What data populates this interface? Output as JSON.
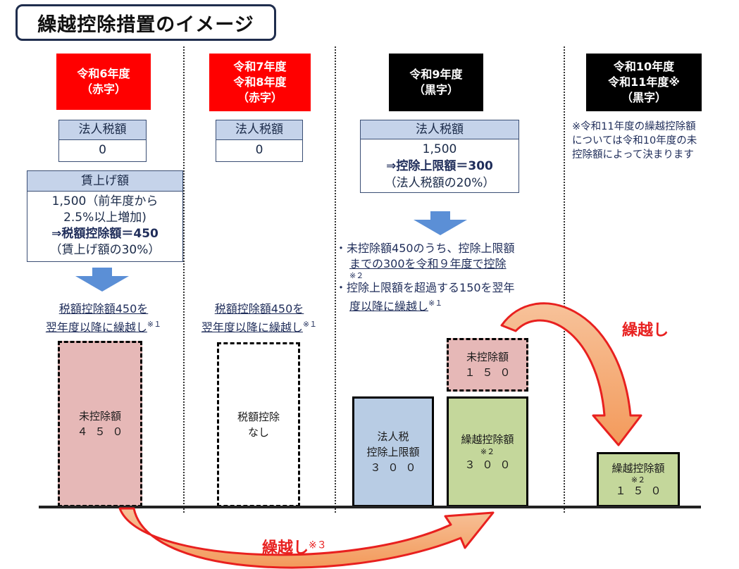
{
  "title": "繰越控除措置のイメージ",
  "columns": [
    {
      "year_label_lines": [
        "令和6年度",
        "（赤字）"
      ],
      "tax_table": {
        "header": "法人税額",
        "value": "0"
      },
      "wage_table": {
        "header": "賃上げ額",
        "lines": [
          "1,500（前年度から",
          "2.5%以上増加)",
          "⇒税額控除額＝450",
          "（賃上げ額の30%）"
        ]
      },
      "note_lines": [
        "税額控除額450を",
        "翌年度以降に繰越し"
      ],
      "note_mark": "※１",
      "bar": {
        "lines": [
          "未控除額",
          "４５０"
        ]
      }
    },
    {
      "year_label_lines": [
        "令和7年度",
        "令和8年度",
        "（赤字）"
      ],
      "tax_table": {
        "header": "法人税額",
        "value": "0"
      },
      "note_lines": [
        "税額控除額450を",
        "翌年度以降に繰越し"
      ],
      "note_mark": "※１",
      "bar": {
        "lines": [
          "税額控除",
          "なし"
        ]
      }
    },
    {
      "year_label_lines": [
        "令和9年度",
        "（黒字）"
      ],
      "tax_table": {
        "header": "法人税額",
        "value": "1,500",
        "line2": "⇒控除上限額＝300",
        "line3": "（法人税額の20%）"
      },
      "bullets": [
        {
          "text_a": "未控除額450のうち、控除上限額",
          "text_b": "までの300を令和９年度で控除",
          "mark": "※２"
        },
        {
          "text_a": "控除上限額を超過する150を翌年",
          "text_b": "度以降に繰越し",
          "mark": "※１"
        }
      ],
      "bar_blue": {
        "lines": [
          "法人税",
          "控除上限額",
          "３００"
        ]
      },
      "bar_green": {
        "lines": [
          "繰越控除額",
          "※２",
          "３００"
        ]
      },
      "bar_pink": {
        "lines": [
          "未控除額",
          "１５０"
        ]
      }
    },
    {
      "year_label_lines": [
        "令和10年度",
        "令和11年度※",
        "（黒字）"
      ],
      "note_lines": [
        "※令和11年度の繰越控除額",
        "については令和10年度の未",
        "控除額によって決まります"
      ],
      "bar": {
        "lines": [
          "繰越控除額",
          "※２",
          "１５０"
        ]
      }
    }
  ],
  "carry_labels": {
    "upper": "繰越し",
    "lower": "繰越し",
    "lower_mark": "※３"
  },
  "colors": {
    "red_header": "#ff0000",
    "black_header": "#000000",
    "table_header": "#c5d3ea",
    "pink_bar": "#e6b8b7",
    "blue_bar": "#b8cce4",
    "green_bar": "#c4d79b",
    "arrow_blue": "#5b8fd6",
    "arrow_red": "#e8201f"
  },
  "icons": [
    "down-arrow-icon",
    "curved-arrow-icon"
  ]
}
